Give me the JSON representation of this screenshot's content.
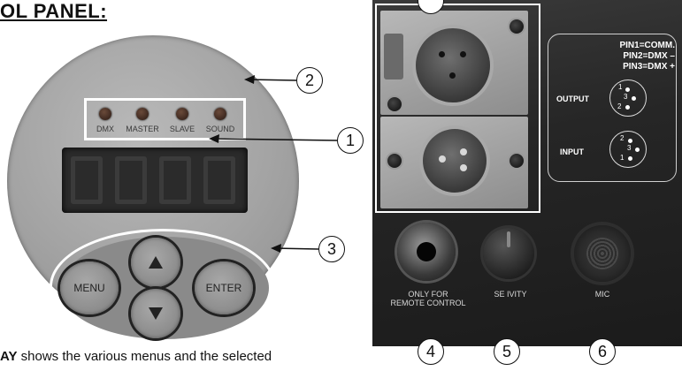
{
  "heading": "OL PANEL:",
  "caption": {
    "bold": "AY",
    "rest": " shows the various menus and the selected"
  },
  "control_panel": {
    "leds": [
      "DMX",
      "MASTER",
      "SLAVE",
      "SOUND"
    ],
    "buttons": {
      "menu": "MENU",
      "enter": "ENTER"
    },
    "callouts": [
      "1",
      "2",
      "3"
    ]
  },
  "rear_panel": {
    "pin_info": [
      "PIN1=COMM.",
      "PIN2=DMX –",
      "PIN3=DMX +"
    ],
    "output_label": "OUTPUT",
    "input_label": "INPUT",
    "output_pins": [
      "1",
      "3",
      "2"
    ],
    "input_pins": [
      "2",
      "3",
      "1"
    ],
    "remote_label": [
      "ONLY FOR",
      "REMOTE CONTROL"
    ],
    "sensitivity_label": "SE     IVITY",
    "mic_label": "MIC",
    "callouts": [
      "4",
      "5",
      "6"
    ]
  },
  "colors": {
    "panel_grey": "#a3a3a3",
    "rear_dark": "#262626",
    "highlight": "#ffffff"
  }
}
